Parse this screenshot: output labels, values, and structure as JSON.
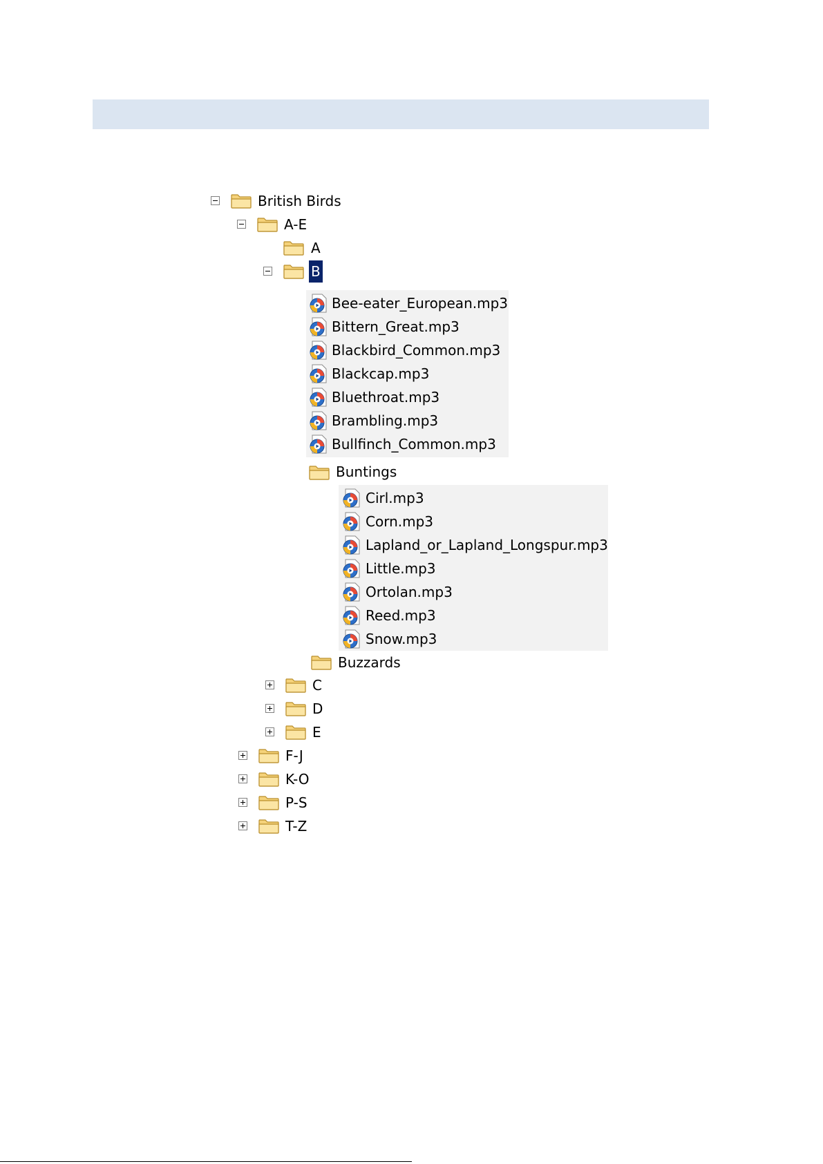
{
  "tree": {
    "root": {
      "label": "British Birds",
      "expanded": true
    },
    "group_ae": {
      "label": "A-E",
      "expanded": true
    },
    "folder_a": {
      "label": "A"
    },
    "folder_b": {
      "label": "B",
      "expanded": true,
      "selected": true
    },
    "b_files": [
      "Bee-eater_European.mp3",
      "Bittern_Great.mp3",
      "Blackbird_Common.mp3",
      "Blackcap.mp3",
      "Bluethroat.mp3",
      "Brambling.mp3",
      "Bullfinch_Common.mp3"
    ],
    "buntings": {
      "label": "Buntings",
      "expanded": true
    },
    "buntings_files": [
      "Cirl.mp3",
      "Corn.mp3",
      "Lapland_or_Lapland_Longspur.mp3",
      "Little.mp3",
      "Ortolan.mp3",
      "Reed.mp3",
      "Snow.mp3"
    ],
    "buzzards": {
      "label": "Buzzards"
    },
    "folder_c": {
      "label": "C",
      "expanded": false
    },
    "folder_d": {
      "label": "D",
      "expanded": false
    },
    "folder_e": {
      "label": "E",
      "expanded": false
    },
    "group_fj": {
      "label": "F-J",
      "expanded": false
    },
    "group_ko": {
      "label": "K-O",
      "expanded": false
    },
    "group_ps": {
      "label": "P-S",
      "expanded": false
    },
    "group_tz": {
      "label": "T-Z",
      "expanded": false
    }
  },
  "colors": {
    "header_band": "#dbe5f1",
    "selection": "#0a246a",
    "file_panel": "#f2f2f2",
    "folder": "#f5d27a"
  }
}
